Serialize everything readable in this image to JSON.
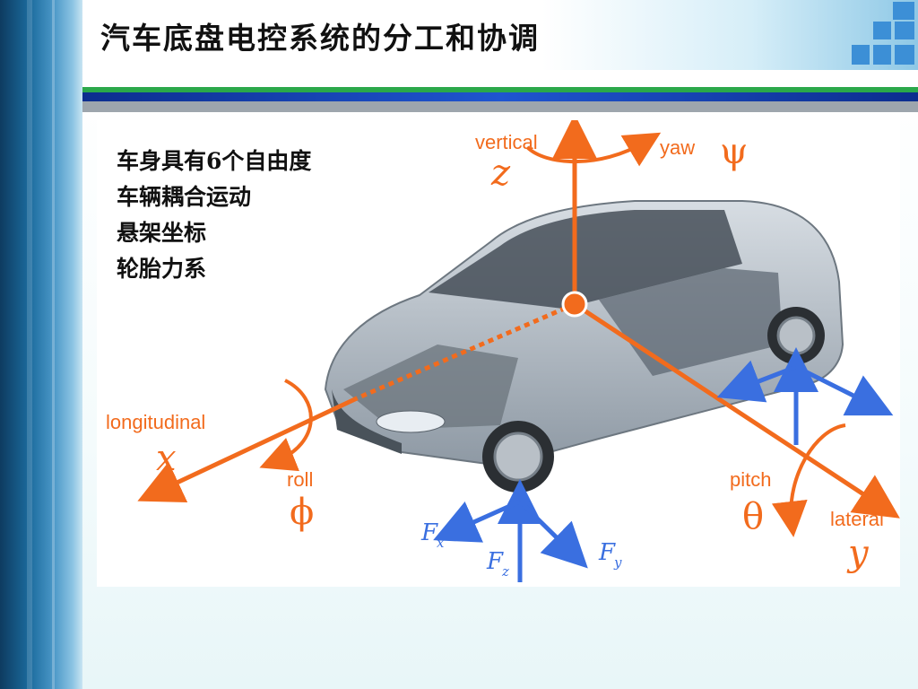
{
  "title": "汽车底盘电控系统的分工和协调",
  "bullets": [
    "车身具有6个自由度",
    "车辆耦合运动",
    "悬架坐标",
    "轮胎力系"
  ],
  "diagram": {
    "vertical": "vertical",
    "z": "z",
    "yaw": "yaw",
    "psi": "ψ",
    "longitudinal": "longitudinal",
    "x": "x",
    "roll": "roll",
    "phi": "ϕ",
    "pitch": "pitch",
    "theta": "θ",
    "lateral": "lateral",
    "y": "y",
    "Fx": "F",
    "Fx_sub": "x",
    "Fy": "F",
    "Fy_sub": "y",
    "Fz": "F",
    "Fz_sub": "z"
  },
  "colors": {
    "axis": "#f26b1d",
    "force": "#3a6fe0",
    "accent_green": "#2aa84a",
    "accent_blue": "#1f55d0"
  }
}
